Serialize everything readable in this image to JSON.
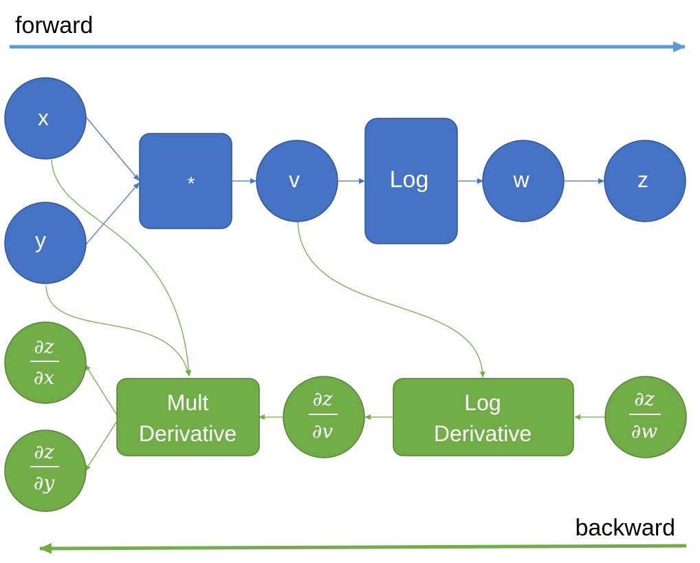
{
  "colors": {
    "forward_blue": "#4472c4",
    "forward_arrow": "#5b9bd5",
    "node_stroke_blue": "#2f5597",
    "backward_green": "#70ad47",
    "node_stroke_green": "#548235",
    "text_white": "#ffffff",
    "text_black": "#000000"
  },
  "forward": {
    "label": "forward",
    "nodes": {
      "x": "x",
      "y": "y",
      "mult": "*",
      "v": "v",
      "log": "Log",
      "w": "w",
      "z": "z"
    }
  },
  "backward": {
    "label": "backward",
    "nodes": {
      "dzdx": {
        "num": "∂z",
        "den": "∂x"
      },
      "dzdy": {
        "num": "∂z",
        "den": "∂y"
      },
      "mult_derivative": {
        "line1": "Mult",
        "line2": "Derivative"
      },
      "dzdv": {
        "num": "∂z",
        "den": "∂v"
      },
      "log_derivative": {
        "line1": "Log",
        "line2": "Derivative"
      },
      "dzdw": {
        "num": "∂z",
        "den": "∂w"
      }
    }
  }
}
